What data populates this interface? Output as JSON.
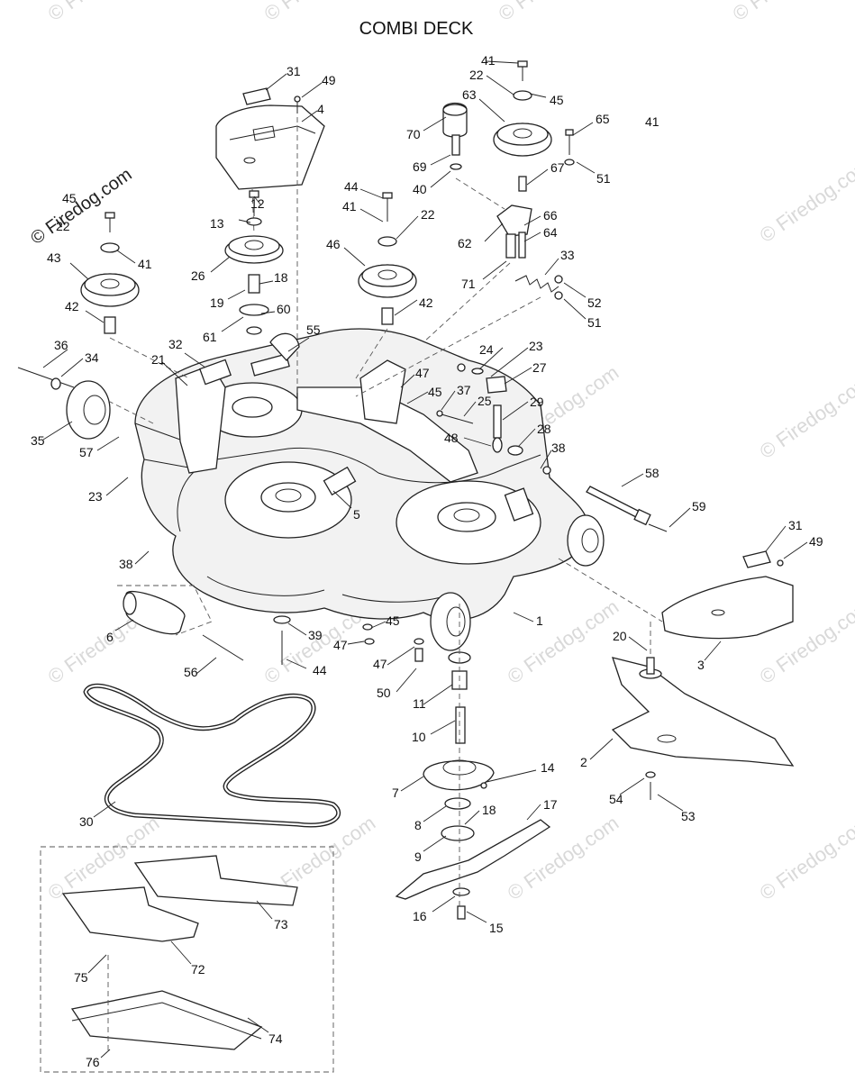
{
  "title": "COMBI DECK",
  "watermark": "© Firedog.com",
  "callouts": [
    {
      "id": "c31a",
      "text": "31"
    },
    {
      "id": "c49a",
      "text": "49"
    },
    {
      "id": "c4",
      "text": "4"
    },
    {
      "id": "c41a",
      "text": "41"
    },
    {
      "id": "c22a",
      "text": "22"
    },
    {
      "id": "c45a",
      "text": "45"
    },
    {
      "id": "c63",
      "text": "63"
    },
    {
      "id": "c70",
      "text": "70"
    },
    {
      "id": "c65",
      "text": "65"
    },
    {
      "id": "c41b",
      "text": "41"
    },
    {
      "id": "c69",
      "text": "69"
    },
    {
      "id": "c67",
      "text": "67"
    },
    {
      "id": "c51a",
      "text": "51"
    },
    {
      "id": "c40",
      "text": "40"
    },
    {
      "id": "c66",
      "text": "66"
    },
    {
      "id": "c64",
      "text": "64"
    },
    {
      "id": "c62",
      "text": "62"
    },
    {
      "id": "c33",
      "text": "33"
    },
    {
      "id": "c71",
      "text": "71"
    },
    {
      "id": "c52",
      "text": "52"
    },
    {
      "id": "c51b",
      "text": "51"
    },
    {
      "id": "c44a",
      "text": "44"
    },
    {
      "id": "c41c",
      "text": "41"
    },
    {
      "id": "c22b",
      "text": "22"
    },
    {
      "id": "c46",
      "text": "46"
    },
    {
      "id": "c42a",
      "text": "42"
    },
    {
      "id": "c12",
      "text": "12"
    },
    {
      "id": "c13",
      "text": "13"
    },
    {
      "id": "c26",
      "text": "26"
    },
    {
      "id": "c18a",
      "text": "18"
    },
    {
      "id": "c19",
      "text": "19"
    },
    {
      "id": "c60",
      "text": "60"
    },
    {
      "id": "c61",
      "text": "61"
    },
    {
      "id": "c55",
      "text": "55"
    },
    {
      "id": "c45b",
      "text": "45"
    },
    {
      "id": "c22c",
      "text": "22"
    },
    {
      "id": "c41d",
      "text": "41"
    },
    {
      "id": "c43",
      "text": "43"
    },
    {
      "id": "c42b",
      "text": "42"
    },
    {
      "id": "c36",
      "text": "36"
    },
    {
      "id": "c34",
      "text": "34"
    },
    {
      "id": "c32",
      "text": "32"
    },
    {
      "id": "c21",
      "text": "21"
    },
    {
      "id": "c35",
      "text": "35"
    },
    {
      "id": "c57",
      "text": "57"
    },
    {
      "id": "c23a",
      "text": "23"
    },
    {
      "id": "c24",
      "text": "24"
    },
    {
      "id": "c23b",
      "text": "23"
    },
    {
      "id": "c27",
      "text": "27"
    },
    {
      "id": "c47a",
      "text": "47"
    },
    {
      "id": "c45c",
      "text": "45"
    },
    {
      "id": "c37",
      "text": "37"
    },
    {
      "id": "c25",
      "text": "25"
    },
    {
      "id": "c29",
      "text": "29"
    },
    {
      "id": "c28",
      "text": "28"
    },
    {
      "id": "c48",
      "text": "48"
    },
    {
      "id": "c38a",
      "text": "38"
    },
    {
      "id": "c58",
      "text": "58"
    },
    {
      "id": "c59",
      "text": "59"
    },
    {
      "id": "c5",
      "text": "5"
    },
    {
      "id": "c31b",
      "text": "31"
    },
    {
      "id": "c49b",
      "text": "49"
    },
    {
      "id": "c38b",
      "text": "38"
    },
    {
      "id": "c1",
      "text": "1"
    },
    {
      "id": "c6",
      "text": "6"
    },
    {
      "id": "c39",
      "text": "39"
    },
    {
      "id": "c45d",
      "text": "45"
    },
    {
      "id": "c47b",
      "text": "47"
    },
    {
      "id": "c44b",
      "text": "44"
    },
    {
      "id": "c56",
      "text": "56"
    },
    {
      "id": "c47c",
      "text": "47"
    },
    {
      "id": "c50",
      "text": "50"
    },
    {
      "id": "c20",
      "text": "20"
    },
    {
      "id": "c3",
      "text": "3"
    },
    {
      "id": "c11",
      "text": "11"
    },
    {
      "id": "c10",
      "text": "10"
    },
    {
      "id": "c2",
      "text": "2"
    },
    {
      "id": "c14",
      "text": "14"
    },
    {
      "id": "c7",
      "text": "7"
    },
    {
      "id": "c54",
      "text": "54"
    },
    {
      "id": "c53",
      "text": "53"
    },
    {
      "id": "c30",
      "text": "30"
    },
    {
      "id": "c8",
      "text": "8"
    },
    {
      "id": "c18b",
      "text": "18"
    },
    {
      "id": "c17",
      "text": "17"
    },
    {
      "id": "c9",
      "text": "9"
    },
    {
      "id": "c73",
      "text": "73"
    },
    {
      "id": "c16",
      "text": "16"
    },
    {
      "id": "c15",
      "text": "15"
    },
    {
      "id": "c72",
      "text": "72"
    },
    {
      "id": "c75",
      "text": "75"
    },
    {
      "id": "c74",
      "text": "74"
    },
    {
      "id": "c76",
      "text": "76"
    }
  ]
}
